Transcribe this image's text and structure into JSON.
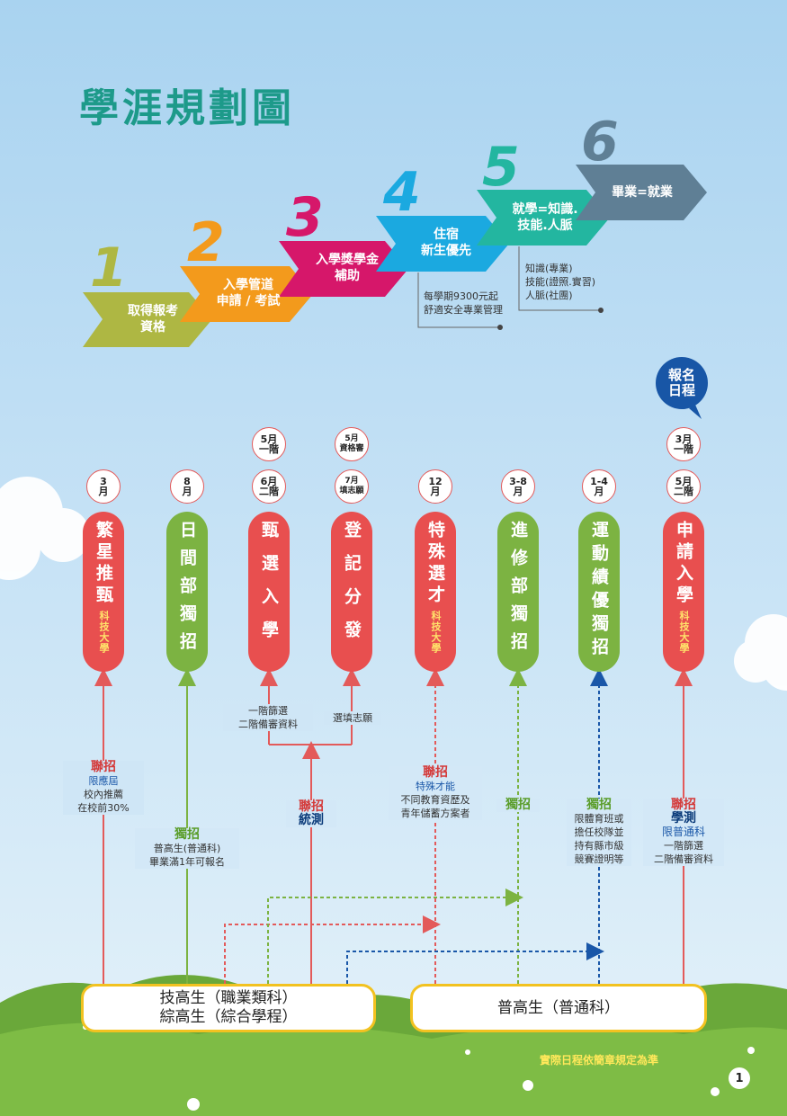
{
  "title": "學涯規劃圖",
  "steps": [
    {
      "num": "1",
      "text": "取得報考\n資格"
    },
    {
      "num": "2",
      "text": "入學管道\n申請 / 考試"
    },
    {
      "num": "3",
      "text": "入學獎學金\n補助"
    },
    {
      "num": "4",
      "text": "住宿\n新生優先"
    },
    {
      "num": "5",
      "text": "就學=知識.\n技能.人脈"
    },
    {
      "num": "6",
      "text": "畢業=就業"
    }
  ],
  "step_notes": {
    "step4": "每學期9300元起\n舒適安全專業管理",
    "step5": "知識(專業)\n技能(證照.實習)\n人脈(社團)"
  },
  "colors": {
    "olive": "#aeb743",
    "orange": "#f39a1c",
    "magenta": "#d6176a",
    "cyan": "#1ba9e0",
    "teal": "#23b6a0",
    "slate": "#5f7f95"
  },
  "schedule_bubble": "報名\n日程",
  "channels": [
    {
      "circles": [
        "3\n月"
      ],
      "title": "繁星推甄",
      "sub": "科技大學",
      "color": "red"
    },
    {
      "circles": [
        "8\n月"
      ],
      "title": "日間部獨招",
      "sub": "",
      "color": "green"
    },
    {
      "circles": [
        "5月\n一階",
        "6月\n二階"
      ],
      "title": "甄選入學",
      "sub": "",
      "color": "red"
    },
    {
      "circles": [
        "5月\n資格審",
        "7月\n填志願"
      ],
      "title": "登記分發",
      "sub": "",
      "color": "red"
    },
    {
      "circles": [
        "12\n月"
      ],
      "title": "特殊選才",
      "sub": "科技大學",
      "color": "red"
    },
    {
      "circles": [
        "3-8\n月"
      ],
      "title": "進修部獨招",
      "sub": "",
      "color": "green"
    },
    {
      "circles": [
        "1-4\n月"
      ],
      "title": "運動績優獨招",
      "sub": "",
      "color": "green"
    },
    {
      "circles": [
        "3月\n一階",
        "5月\n二階"
      ],
      "title": "申請入學",
      "sub": "科技大學",
      "color": "red"
    }
  ],
  "labels": {
    "c1": {
      "h": "聯招",
      "l1": "限應屆",
      "l2": "校內推薦\n在校前30%"
    },
    "c2": {
      "h": "獨招",
      "l2": "普高生(普通科)\n畢業滿1年可報名"
    },
    "c3": {
      "note": "一階篩選\n二階備審資料"
    },
    "c4": {
      "note": "選填志願"
    },
    "c34": {
      "h": "聯招",
      "l1": "統測"
    },
    "c5": {
      "h": "聯招",
      "l1": "特殊才能",
      "l2": "不同教育資歷及\n青年儲蓄方案者"
    },
    "c6": {
      "h": "獨招"
    },
    "c7": {
      "h": "獨招",
      "l2": "限體育班或\n擔任校隊並\n持有縣市級\n競賽證明等"
    },
    "c8": {
      "h": "聯招",
      "l1": "學測",
      "l1b": "限普通科",
      "l2": "一階篩選\n二階備審資料"
    }
  },
  "boxes": {
    "left": "技高生（職業類科）\n綜高生（綜合學程）",
    "right": "普高生（普通科）"
  },
  "footer_note": "實際日程依簡章規定為準",
  "page_number": "1"
}
